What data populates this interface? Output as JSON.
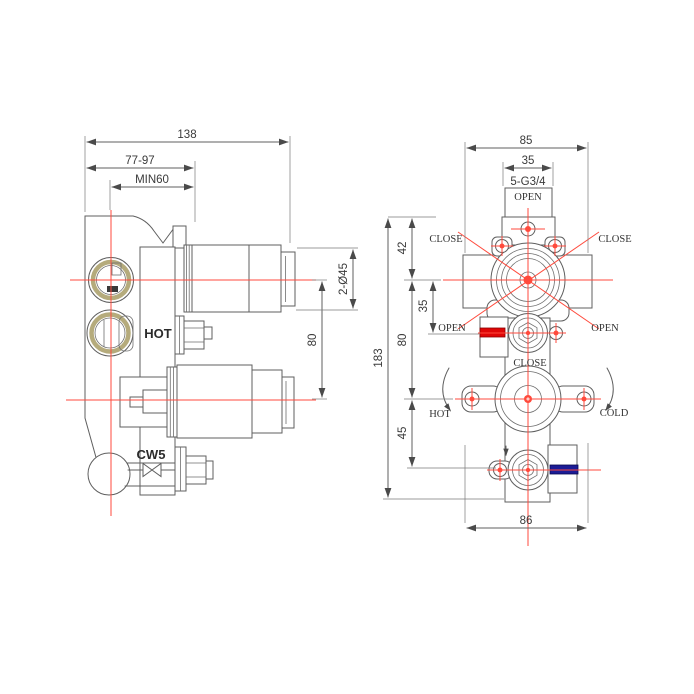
{
  "drawing": {
    "left_view": {
      "dim_overall_width": "138",
      "dim_adjust_range": "77-97",
      "dim_min_depth": "MIN60",
      "dim_cartridge_dia": "2-Ø45",
      "dim_port_spacing": "80",
      "label_hot_inlet": "HOT",
      "label_cold_water": "CW5"
    },
    "right_view": {
      "dim_top_width": "85",
      "dim_port_width": "35",
      "thread_note": "5-G3/4",
      "dim_top_offset": "42",
      "dim_mid_offset": "35",
      "dim_valve_spacing": "80",
      "dim_bottom_offset": "45",
      "dim_overall_height": "183",
      "dim_bottom_width": "86",
      "label_open_top": "OPEN",
      "label_close_left": "CLOSE",
      "label_close_right": "CLOSE",
      "label_open_left": "OPEN",
      "label_open_right": "OPEN",
      "label_close_mid": "CLOSE",
      "label_hot": "HOT",
      "label_cold": "COLD"
    },
    "colors": {
      "centerline_red": "#ff4a3c",
      "hot_water_bar": "#df0606",
      "cold_water_bar": "#1c1c96",
      "brass_ring": "#b5ab7c",
      "drawing_line": "#5f5f5f"
    }
  }
}
